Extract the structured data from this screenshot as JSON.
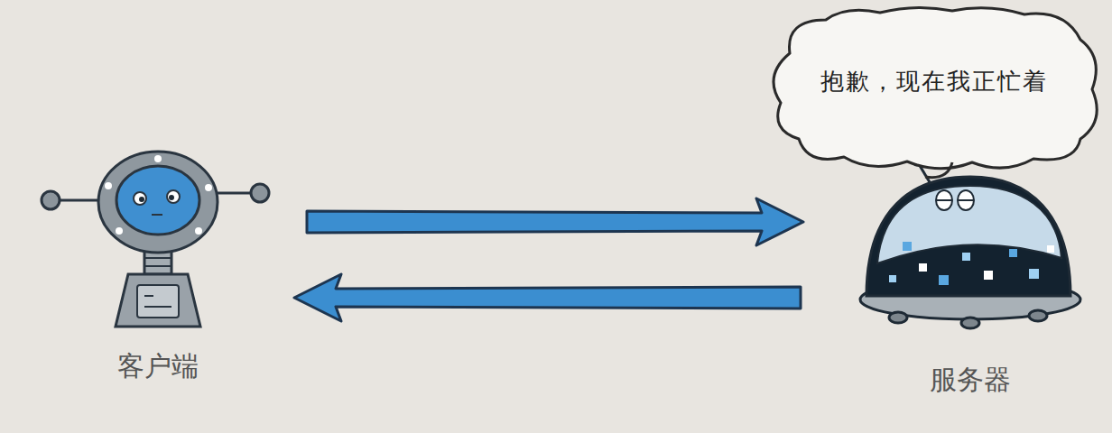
{
  "diagram": {
    "nodes": [
      {
        "text": [
          "客户端"
        ]
      },
      {
        "text": [
          "服务器"
        ]
      },
      {
        "text": [
          "抱歉，现在我正忙着"
        ]
      }
    ],
    "edges": [
      {
        "from": 0,
        "to": 1,
        "arrow": "to"
      },
      {
        "from": 1,
        "to": 0,
        "arrow": "to"
      }
    ]
  }
}
